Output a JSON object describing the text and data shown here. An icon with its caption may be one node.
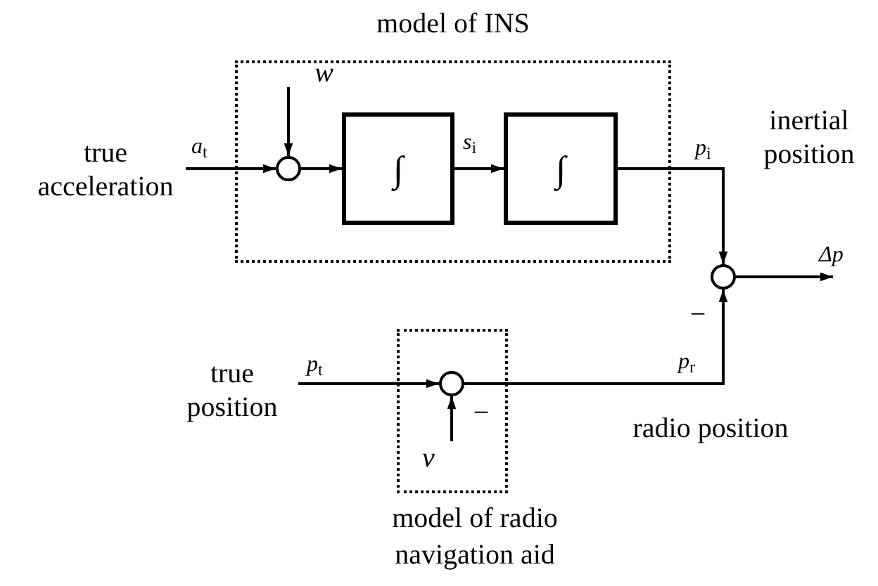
{
  "diagram": {
    "nodes": [
      {
        "text": [
          "model of INS"
        ]
      },
      {
        "text": [
          "true acceleration"
        ]
      },
      {
        "text": [
          "w"
        ],
        "in": 0
      },
      {
        "text": [],
        "shape": "circle",
        "in": 0
      },
      {
        "text": [
          "∫"
        ],
        "in": 0
      },
      {
        "text": [
          "∫"
        ],
        "in": 0
      },
      {
        "text": [],
        "shape": "circle"
      },
      {
        "text": [
          "model of radio navigation aid"
        ]
      },
      {
        "text": [
          "true position"
        ]
      },
      {
        "text": [],
        "shape": "circle",
        "in": 7
      },
      {
        "text": [
          "v"
        ],
        "in": 7
      }
    ],
    "edges": [
      {
        "from": 1,
        "to": 3,
        "arrow": "to",
        "label": "*a*$_{t}$"
      },
      {
        "from": 2,
        "to": 3,
        "arrow": "to"
      },
      {
        "from": 3,
        "to": 4,
        "arrow": "to"
      },
      {
        "from": 4,
        "to": 5,
        "arrow": "to",
        "label": "*s*$_{i}$"
      },
      {
        "from": 5,
        "to": 6,
        "arrow": "to",
        "label": "*p*$_{i}$"
      },
      {
        "from": 6,
        "to": null,
        "arrow": "to",
        "label": "Δp"
      },
      {
        "from": 8,
        "to": 9,
        "arrow": "to",
        "label": "*p*$_{t}$"
      },
      {
        "from": 10,
        "to": 9,
        "arrow": "to"
      },
      {
        "from": 9,
        "to": 6,
        "arrow": "to",
        "label": "*p*$_{r}$"
      }
    ],
    "labels": [
      "inertial position",
      "radio position",
      "−",
      "−"
    ]
  }
}
